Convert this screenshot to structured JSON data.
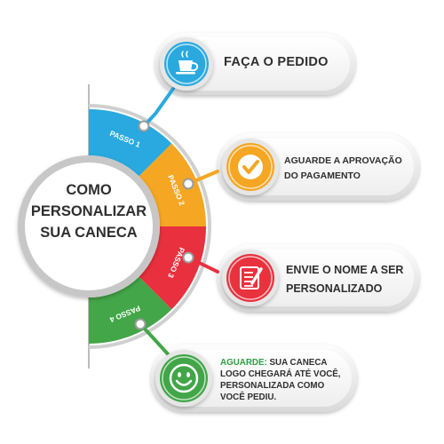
{
  "center": {
    "line1": "COMO",
    "line2": "PERSONALIZAR",
    "line3": "SUA CANECA"
  },
  "segments": [
    {
      "label": "PASSO 1",
      "color": "#29a9df"
    },
    {
      "label": "PASSO 2",
      "color": "#f5a623"
    },
    {
      "label": "PASSO 3",
      "color": "#e8303e"
    },
    {
      "label": "PASSO 4",
      "color": "#43a648"
    }
  ],
  "steps": [
    {
      "text": "FAÇA O PEDIDO",
      "icon": "coffee-cup-icon",
      "color": "#29a9df"
    },
    {
      "text": "AGUARDE A APROVAÇÃO DO PAGAMENTO",
      "icon": "checkmark-icon",
      "color": "#f5a623"
    },
    {
      "text": "ENVIE O NOME A SER PERSONALIZADO",
      "icon": "edit-document-icon",
      "color": "#e8303e"
    },
    {
      "highlight": "AGUARDE:",
      "text": " SUA CANECA LOGO CHEGARÁ ATÉ VOCÊ, PERSONALIZADA COMO VOCÊ PEDIU.",
      "icon": "smiley-icon",
      "color": "#43a648"
    }
  ]
}
